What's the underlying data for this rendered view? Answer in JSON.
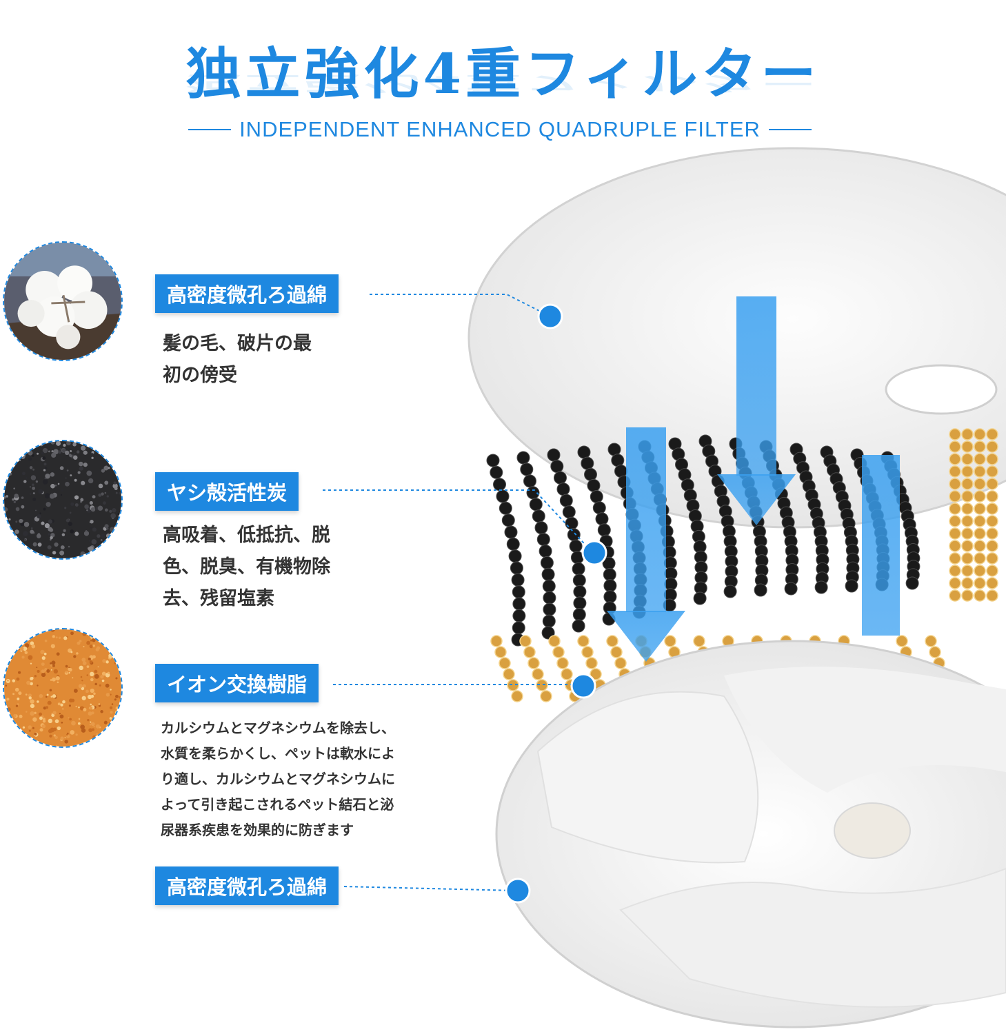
{
  "title": "独立強化4重フィルター",
  "subtitle": "INDEPENDENT ENHANCED QUADRUPLE FILTER",
  "layers": [
    {
      "label": "高密度微孔ろ過綿",
      "description": "髪の毛、破片の最\n初の傍受",
      "thumb_icon": "cotton-icon"
    },
    {
      "label": "ヤシ殻活性炭",
      "description": "高吸着、低抵抗、脱\n色、脱臭、有機物除\n去、残留塩素",
      "thumb_icon": "activated-carbon-icon"
    },
    {
      "label": "イオン交換樹脂",
      "description": "カルシウムとマグネシウムを除去し、\n水質を柔らかくし、ペットは軟水によ\nり適し、カルシウムとマグネシウムに\nよって引き起こされるペット結石と泌\n尿器系疾患を効果的に防ぎます",
      "thumb_icon": "resin-beads-icon"
    },
    {
      "label": "高密度微孔ろ過綿"
    }
  ],
  "colors": {
    "accent": "#1e88e0",
    "text": "#333333"
  }
}
